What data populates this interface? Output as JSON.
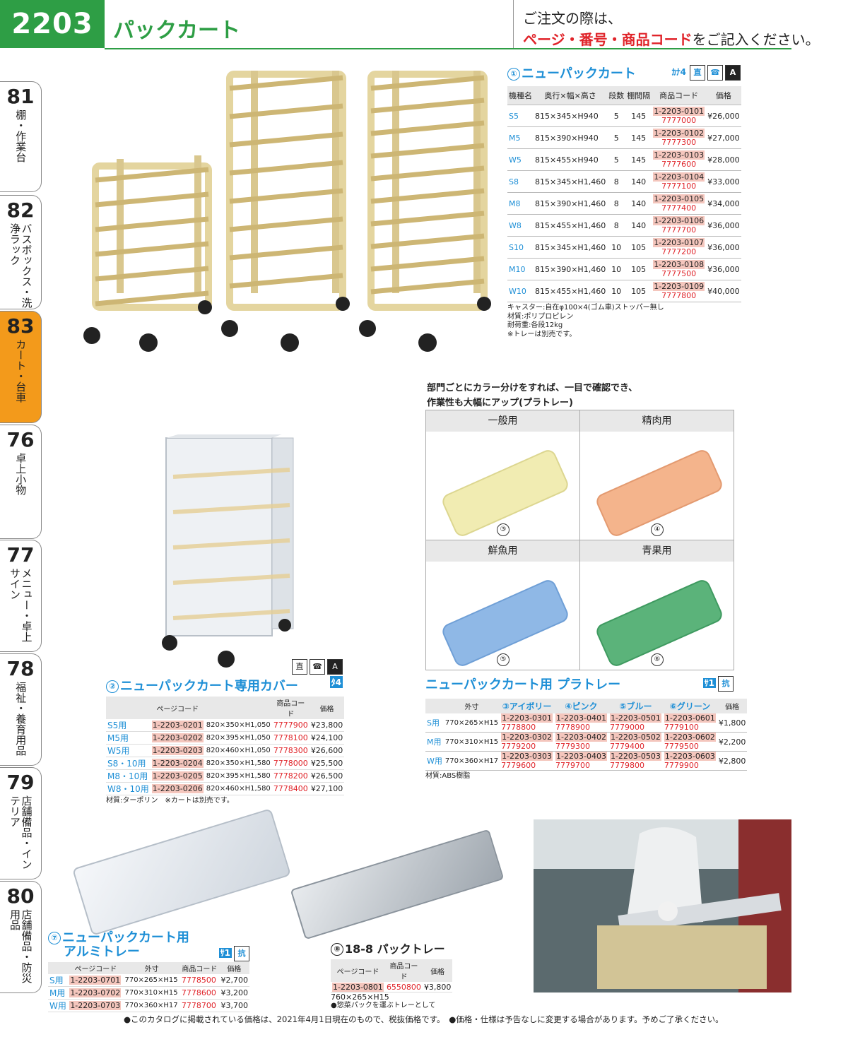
{
  "header": {
    "page_number": "2203",
    "title": "パックカート",
    "note_line1": "ご注文の際は、",
    "note_highlight": "ページ・番号・商品コード",
    "note_tail": "をご記入ください。"
  },
  "sidebar": [
    {
      "num": "81",
      "label": "棚・作業台"
    },
    {
      "num": "82",
      "label": "バスボックス・洗浄ラック"
    },
    {
      "num": "83",
      "label": "カート・台車"
    },
    {
      "num": "76",
      "label": "卓上小物"
    },
    {
      "num": "77",
      "label": "メニュー・卓上サイン"
    },
    {
      "num": "78",
      "label": "福祉・養育用品"
    },
    {
      "num": "79",
      "label": "店舗備品・インテリア"
    },
    {
      "num": "80",
      "label": "店舗備品・防災用品"
    }
  ],
  "cart": {
    "num": "①",
    "title": "ニューパックカート",
    "badge": "ｶﾅ4",
    "icons": [
      "直",
      "☎",
      "A"
    ],
    "headers": [
      "機種名",
      "奥行×幅×高さ",
      "段数",
      "棚間隔",
      "商品コード",
      "価格"
    ],
    "rows": [
      {
        "model": "S5",
        "size": "815×345×H940",
        "tiers": "5",
        "gap": "145",
        "code": "1-2203-0101",
        "sub": "7777000",
        "price": "¥26,000"
      },
      {
        "model": "M5",
        "size": "815×390×H940",
        "tiers": "5",
        "gap": "145",
        "code": "1-2203-0102",
        "sub": "7777300",
        "price": "¥27,000"
      },
      {
        "model": "W5",
        "size": "815×455×H940",
        "tiers": "5",
        "gap": "145",
        "code": "1-2203-0103",
        "sub": "7777600",
        "price": "¥28,000"
      },
      {
        "model": "S8",
        "size": "815×345×H1,460",
        "tiers": "8",
        "gap": "140",
        "code": "1-2203-0104",
        "sub": "7777100",
        "price": "¥33,000"
      },
      {
        "model": "M8",
        "size": "815×390×H1,460",
        "tiers": "8",
        "gap": "140",
        "code": "1-2203-0105",
        "sub": "7777400",
        "price": "¥34,000"
      },
      {
        "model": "W8",
        "size": "815×455×H1,460",
        "tiers": "8",
        "gap": "140",
        "code": "1-2203-0106",
        "sub": "7777700",
        "price": "¥36,000"
      },
      {
        "model": "S10",
        "size": "815×345×H1,460",
        "tiers": "10",
        "gap": "105",
        "code": "1-2203-0107",
        "sub": "7777200",
        "price": "¥36,000"
      },
      {
        "model": "M10",
        "size": "815×390×H1,460",
        "tiers": "10",
        "gap": "105",
        "code": "1-2203-0108",
        "sub": "7777500",
        "price": "¥36,000"
      },
      {
        "model": "W10",
        "size": "815×455×H1,460",
        "tiers": "10",
        "gap": "105",
        "code": "1-2203-0109",
        "sub": "7777800",
        "price": "¥40,000"
      }
    ],
    "notes": [
      "キャスター:自在φ100×4(ゴム車)ストッパー無し",
      "材質:ポリプロピレン",
      "耐荷重:各段12kg",
      "※トレーは別売です。"
    ]
  },
  "trays_intro": [
    "部門ごとにカラー分けをすれば、一目で確認でき、",
    "作業性も大幅にアップ(プラトレー)"
  ],
  "tray_colors": [
    {
      "label": "一般用",
      "num": "③",
      "color": "#f1ecb2"
    },
    {
      "label": "精肉用",
      "num": "④",
      "color": "#f4b48c"
    },
    {
      "label": "鮮魚用",
      "num": "⑤",
      "color": "#8fb8e6"
    },
    {
      "label": "青果用",
      "num": "⑥",
      "color": "#5bb37a"
    }
  ],
  "cover": {
    "num": "②",
    "title": "ニューパックカート専用カバー",
    "badge": "ﾀ4",
    "icons": [
      "直",
      "☎",
      "A"
    ],
    "headers": [
      "ページコード",
      "商品コード",
      "価格"
    ],
    "rows": [
      {
        "model": "S5用",
        "code": "1-2203-0201",
        "size": "820×350×H1,050",
        "sub": "7777900",
        "price": "¥23,800"
      },
      {
        "model": "M5用",
        "code": "1-2203-0202",
        "size": "820×395×H1,050",
        "sub": "7778100",
        "price": "¥24,100"
      },
      {
        "model": "W5用",
        "code": "1-2203-0203",
        "size": "820×460×H1,050",
        "sub": "7778300",
        "price": "¥26,600"
      },
      {
        "model": "S8・10用",
        "code": "1-2203-0204",
        "size": "820×350×H1,580",
        "sub": "7778000",
        "price": "¥25,500"
      },
      {
        "model": "M8・10用",
        "code": "1-2203-0205",
        "size": "820×395×H1,580",
        "sub": "7778200",
        "price": "¥26,500"
      },
      {
        "model": "W8・10用",
        "code": "1-2203-0206",
        "size": "820×460×H1,580",
        "sub": "7778400",
        "price": "¥27,100"
      }
    ],
    "note": "材質:ターポリン　※カートは別売です。"
  },
  "plastic": {
    "title": "ニューパックカート用 プラトレー",
    "badge": "ｻ1",
    "icon": "抗",
    "headers": [
      "外寸",
      "③アイボリー",
      "④ピンク",
      "⑤ブルー",
      "⑥グリーン",
      "価格"
    ],
    "rows": [
      {
        "model": "S用",
        "size": "770×265×H15",
        "c1": "1-2203-0301",
        "s1": "7778800",
        "c2": "1-2203-0401",
        "s2": "7778900",
        "c3": "1-2203-0501",
        "s3": "7779000",
        "c4": "1-2203-0601",
        "s4": "7779100",
        "price": "¥1,800"
      },
      {
        "model": "M用",
        "size": "770×310×H15",
        "c1": "1-2203-0302",
        "s1": "7779200",
        "c2": "1-2203-0402",
        "s2": "7779300",
        "c3": "1-2203-0502",
        "s3": "7779400",
        "c4": "1-2203-0602",
        "s4": "7779500",
        "price": "¥2,200"
      },
      {
        "model": "W用",
        "size": "770×360×H17",
        "c1": "1-2203-0303",
        "s1": "7779600",
        "c2": "1-2203-0403",
        "s2": "7779700",
        "c3": "1-2203-0503",
        "s3": "7779800",
        "c4": "1-2203-0603",
        "s4": "7779900",
        "price": "¥2,800"
      }
    ],
    "note": "材質:ABS樹脂"
  },
  "alum": {
    "num": "⑦",
    "title1": "ニューパックカート用",
    "title2": "アルミトレー",
    "badge": "ｻ1",
    "icon": "抗",
    "headers": [
      "ページコード",
      "外寸",
      "商品コード",
      "価格"
    ],
    "rows": [
      {
        "model": "S用",
        "code": "1-2203-0701",
        "size": "770×265×H15",
        "sub": "7778500",
        "price": "¥2,700"
      },
      {
        "model": "M用",
        "code": "1-2203-0702",
        "size": "770×310×H15",
        "sub": "7778600",
        "price": "¥3,200"
      },
      {
        "model": "W用",
        "code": "1-2203-0703",
        "size": "770×360×H17",
        "sub": "7778700",
        "price": "¥3,700"
      }
    ]
  },
  "steel": {
    "num": "⑧",
    "title": "18-8 パックトレー",
    "headers": [
      "ページコード",
      "商品コード",
      "価格"
    ],
    "code": "1-2203-0801",
    "sub": "6550800",
    "price": "¥3,800",
    "size": "760×265×H15",
    "note": "●惣菜パックを運ぶトレーとして"
  },
  "footer": "●このカタログに掲載されている価格は、2021年4月1日現在のもので、税抜価格です。　●価格・仕様は予告なしに変更する場合があります。予めご了承ください。"
}
